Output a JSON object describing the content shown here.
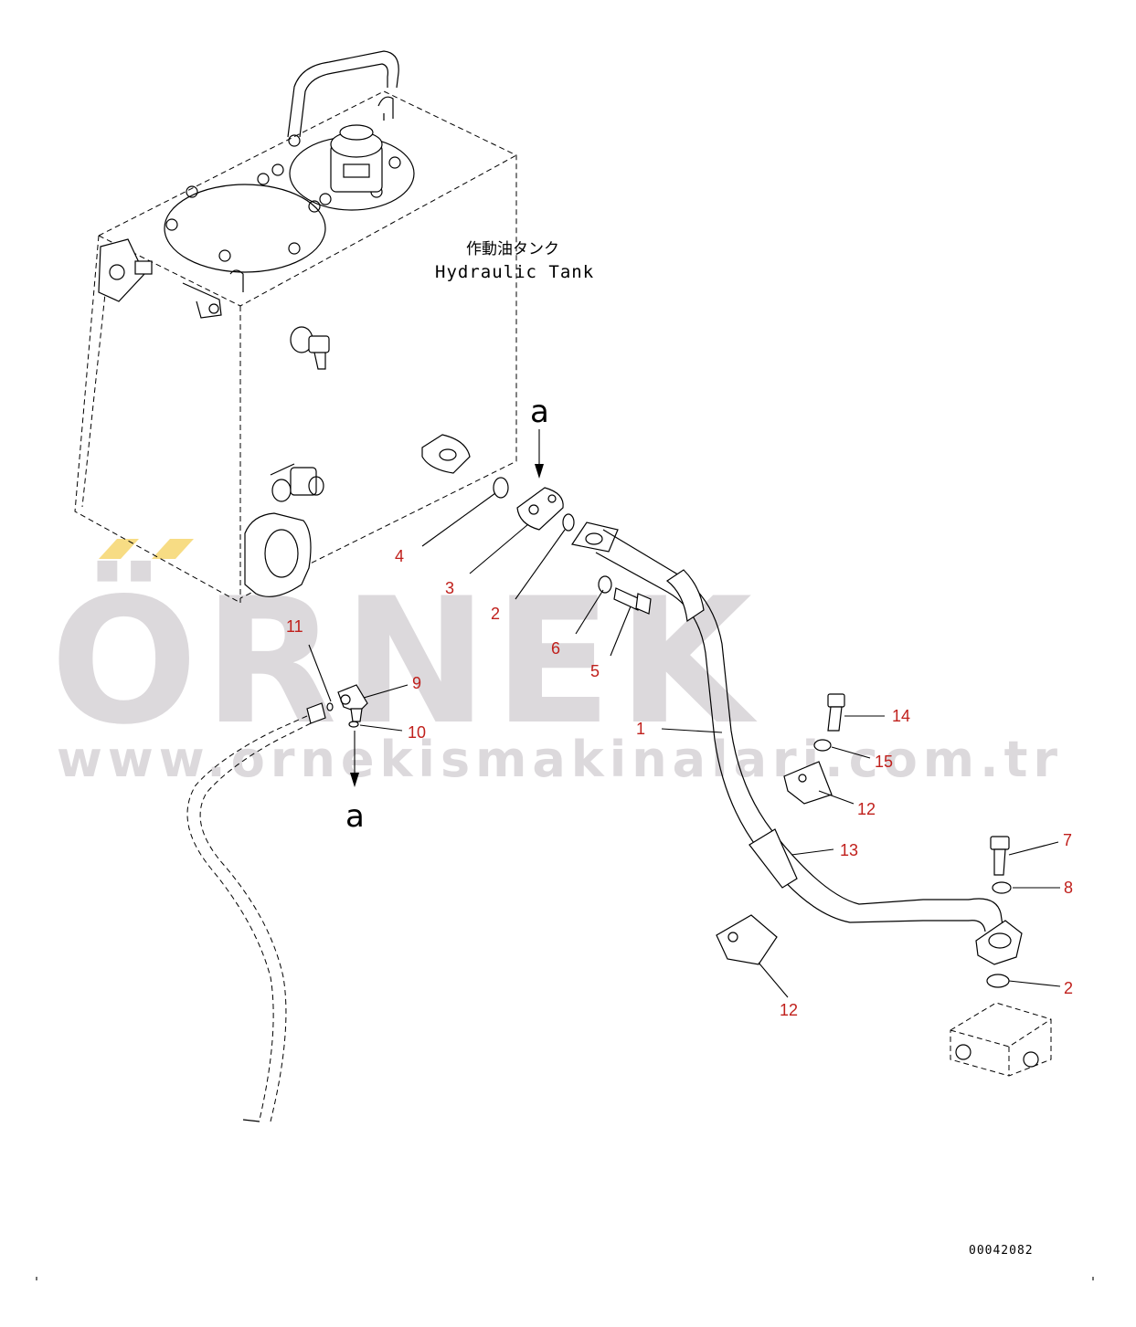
{
  "diagram": {
    "tank_label_jp": "作動油タンク",
    "tank_label_en": "Hydraulic Tank",
    "view_marker_top": "a",
    "view_marker_bottom": "a",
    "drawing_code": "00042082",
    "callouts": {
      "c1": "1",
      "c2a": "2",
      "c2b": "2",
      "c3": "3",
      "c4": "4",
      "c5": "5",
      "c6": "6",
      "c7": "7",
      "c8": "8",
      "c9": "9",
      "c10": "10",
      "c11": "11",
      "c12a": "12",
      "c12b": "12",
      "c13": "13",
      "c14": "14",
      "c15": "15"
    }
  },
  "watermark": {
    "logo": "ÖRNEK",
    "url": "www.ornekismakinalari.com.tr",
    "color": "#dcd9dc",
    "accent_color": "#f7dc84"
  }
}
